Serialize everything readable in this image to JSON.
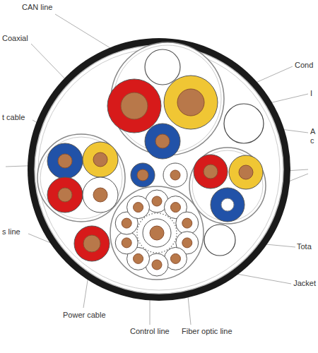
{
  "diagram": {
    "labels": [
      "CAN line",
      "Coaxial",
      "Cond",
      "I",
      "A",
      "c",
      "t cable",
      "s line",
      "Tota",
      "Jacket",
      "Power cable",
      "Control line",
      "Fiber optic line"
    ]
  }
}
